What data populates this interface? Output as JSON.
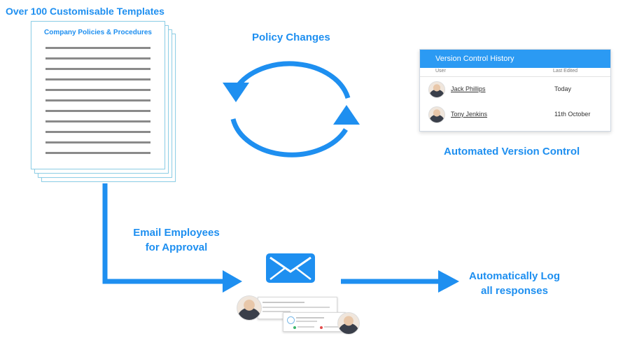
{
  "title": "Over 100 Customisable Templates",
  "document": {
    "title": "Company Policies & Procedures"
  },
  "cycle": {
    "label": "Policy Changes"
  },
  "version_control": {
    "header": "Version Control History",
    "columns": [
      "User",
      "Last Edited"
    ],
    "rows": [
      {
        "name": "Jack Phillips",
        "date": "Today"
      },
      {
        "name": "Tony Jenkins",
        "date": "11th October"
      }
    ],
    "caption": "Automated Version Control"
  },
  "flow": {
    "email_label_line1": "Email Employees",
    "email_label_line2": "for Approval",
    "log_label_line1": "Automatically Log",
    "log_label_line2": "all responses"
  },
  "colors": {
    "accent": "#1e8ff0",
    "header": "#2b9af3"
  }
}
